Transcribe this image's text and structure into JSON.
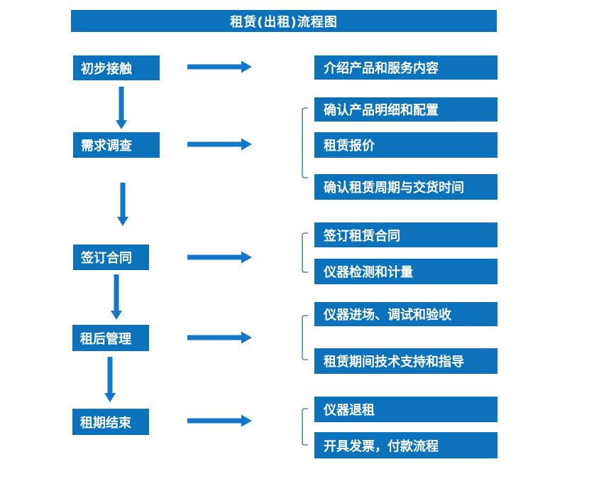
{
  "title": "租赁(出租)流程图",
  "steps": [
    {
      "label": "初步接触",
      "details": [
        "介绍产品和服务内容"
      ]
    },
    {
      "label": "需求调查",
      "details": [
        "确认产品明细和配置",
        "租赁报价",
        "确认租赁周期与交货时间"
      ]
    },
    {
      "label": "签订合同",
      "details": [
        "签订租赁合同",
        "仪器检测和计量"
      ]
    },
    {
      "label": "租后管理",
      "details": [
        "仪器进场、调试和验收",
        "租赁期间技术支持和指导"
      ]
    },
    {
      "label": "租期结束",
      "details": [
        "仪器退租",
        "开具发票，付款流程"
      ]
    }
  ],
  "colors": {
    "box_fill": "#0d72bc",
    "arrow": "#1478ca",
    "bracket": "#4e87c3",
    "text": "#ffffff",
    "background": "#ffffff"
  }
}
